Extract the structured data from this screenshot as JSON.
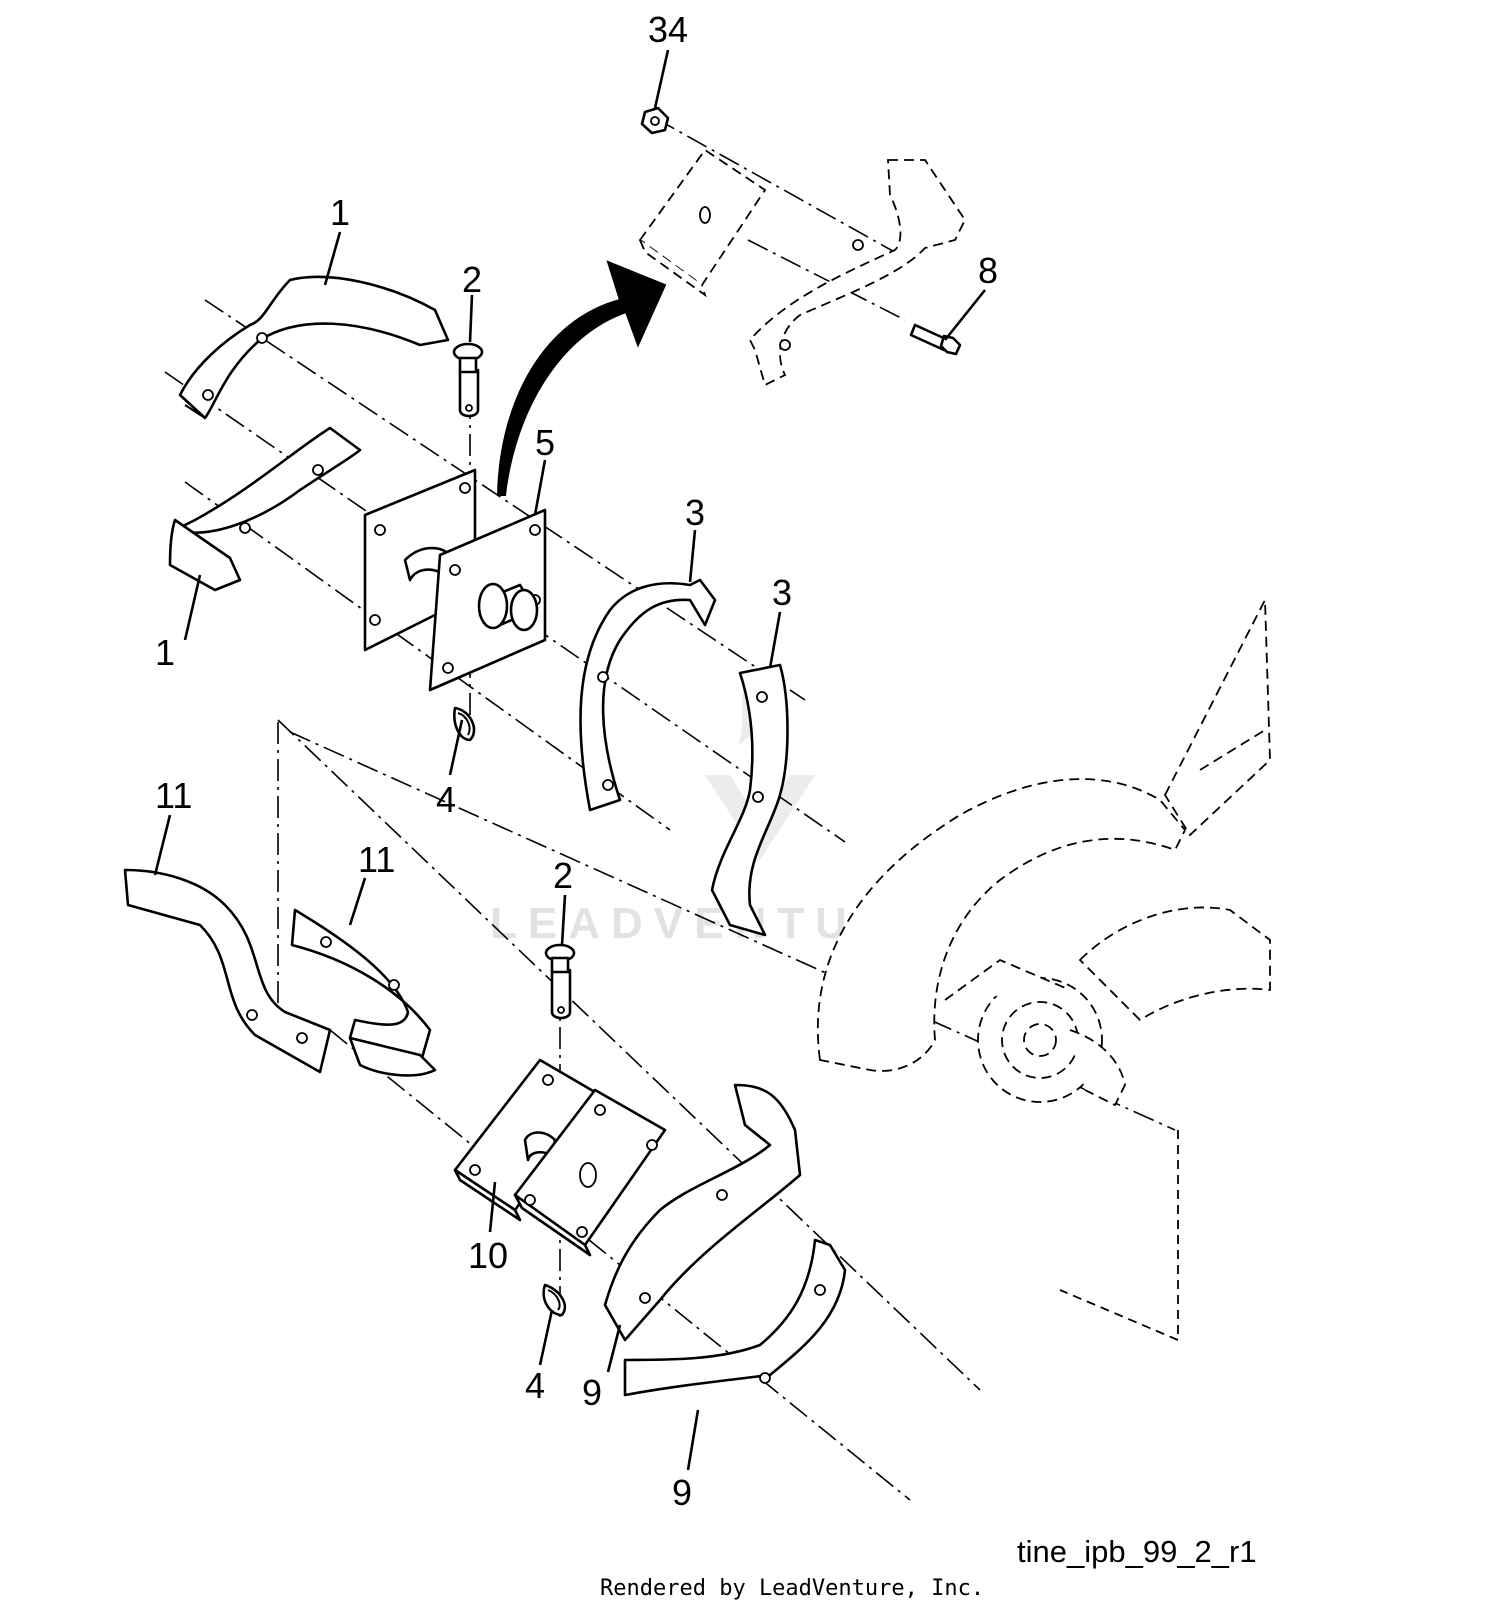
{
  "callouts": {
    "c34": "34",
    "c1_top": "1",
    "c2_top": "2",
    "c8": "8",
    "c5": "5",
    "c3_a": "3",
    "c3_b": "3",
    "c1_bottom": "1",
    "c4_top": "4",
    "c11_left": "11",
    "c11_right": "11",
    "c2_bottom": "2",
    "c10": "10",
    "c4_bottom": "4",
    "c9_a": "9",
    "c9_b": "9"
  },
  "diagram_code": "tine_ipb_99_2_r1",
  "credit": "Rendered by LeadVenture, Inc.",
  "watermark": "LEADVENTURE"
}
